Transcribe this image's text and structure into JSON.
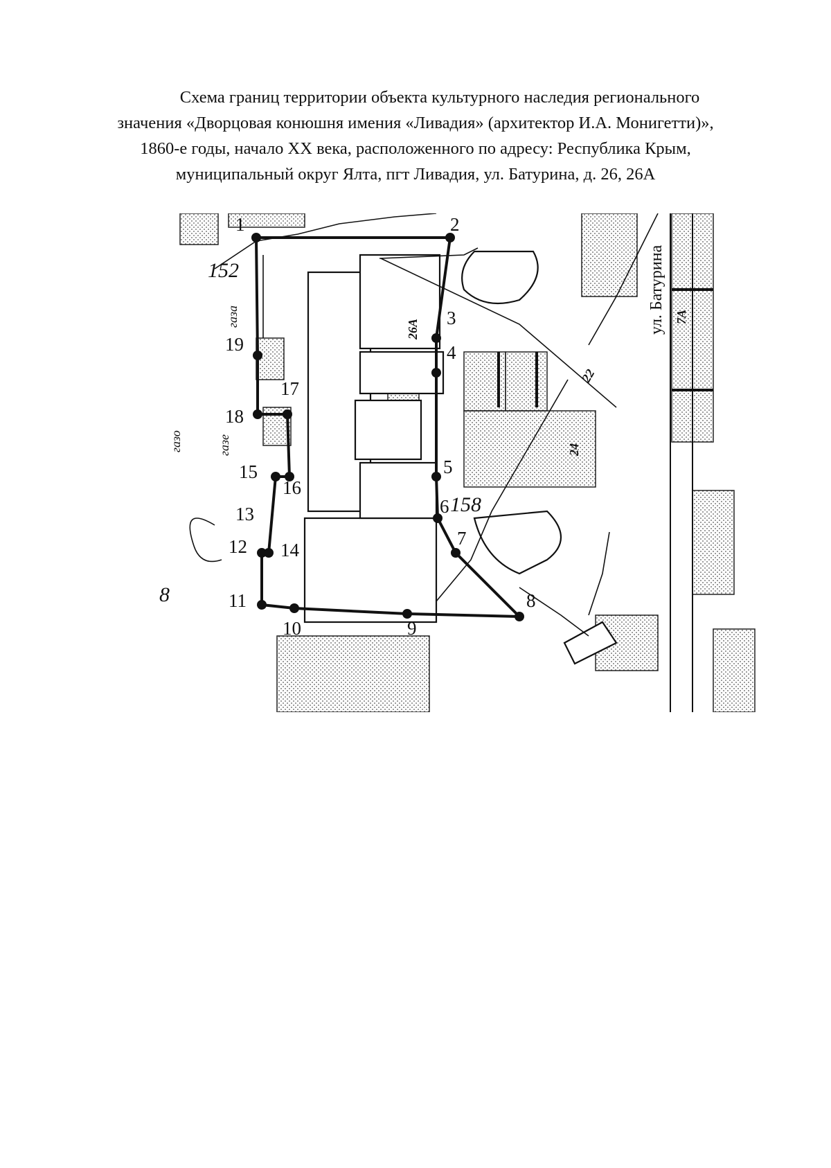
{
  "document": {
    "title_lines": [
      "Схема границ территории объекта культурного наследия регионального",
      "значения «Дворцовая конюшня имения «Ливадия» (архитектор И.А. Монигетти)»,",
      "1860-е годы, начало XX века, расположенного по адресу: Республика Крым,",
      "муниципальный округ Ялта, пгт Ливадия, ул. Батурина, д. 26, 26А"
    ]
  },
  "map": {
    "street_label": "ул. Батурина",
    "block_labels": [
      "152",
      "158",
      "158"
    ],
    "building_labels": [
      "26А",
      "24",
      "22",
      "7А"
    ],
    "handwritten_labels": [
      "газа",
      "газо",
      "газе"
    ],
    "boundary_point_labels": [
      "1",
      "2",
      "3",
      "4",
      "5",
      "6",
      "7",
      "8",
      "9",
      "10",
      "11",
      "12",
      "13",
      "14",
      "15",
      "16",
      "17",
      "18",
      "19"
    ],
    "colors": {
      "ink": "#111111",
      "paper": "#ffffff",
      "stipple": "#555555"
    }
  }
}
